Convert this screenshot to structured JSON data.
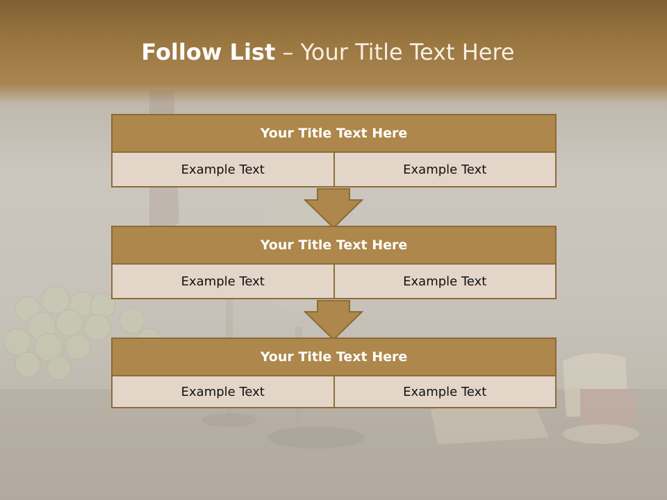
{
  "slide": {
    "title_bold": "Follow List",
    "title_rest": " – Your Title Text Here"
  },
  "blocks": [
    {
      "title": "Your Title Text Here",
      "left": "Example Text",
      "right": "Example Text"
    },
    {
      "title": "Your Title Text Here",
      "left": "Example Text",
      "right": "Example Text"
    },
    {
      "title": "Your Title Text Here",
      "left": "Example Text",
      "right": "Example Text"
    }
  ],
  "colors": {
    "header_band": "#9a7640",
    "block_title_fill": "#ad874b",
    "cell_fill": "#e3d6c9",
    "border": "#8d6a36",
    "arrow": "#ad874b"
  }
}
